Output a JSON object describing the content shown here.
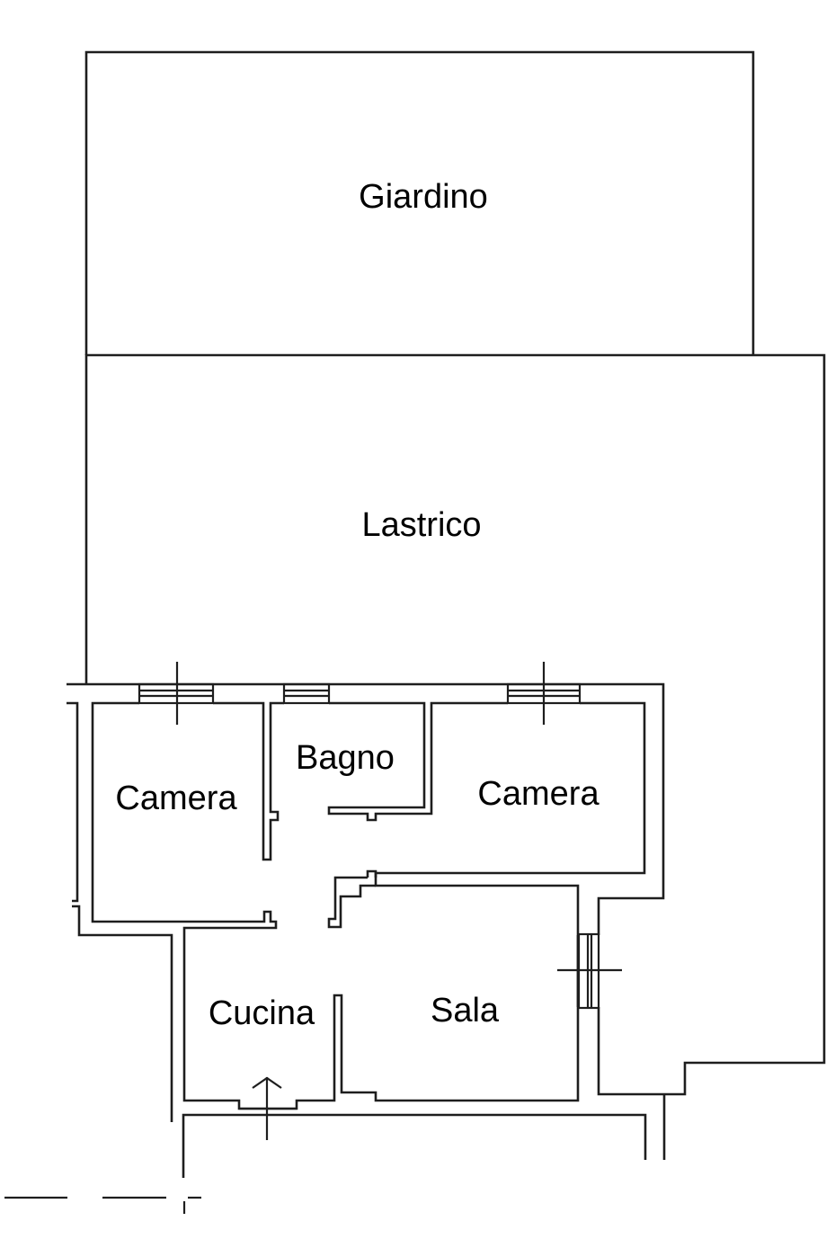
{
  "diagram": {
    "type": "floor-plan",
    "line_color": "#1e1e1e",
    "background": "#ffffff",
    "areas": [
      {
        "id": "giardino",
        "label": "Giardino",
        "kind": "outdoor"
      },
      {
        "id": "lastrico",
        "label": "Lastrico",
        "kind": "outdoor"
      }
    ],
    "rooms": [
      {
        "id": "camera-1",
        "label": "Camera"
      },
      {
        "id": "bagno",
        "label": "Bagno"
      },
      {
        "id": "camera-2",
        "label": "Camera"
      },
      {
        "id": "cucina",
        "label": "Cucina"
      },
      {
        "id": "sala",
        "label": "Sala"
      }
    ],
    "symbols": [
      "window",
      "window",
      "window",
      "window",
      "entrance-arrow",
      "cut-line"
    ]
  }
}
